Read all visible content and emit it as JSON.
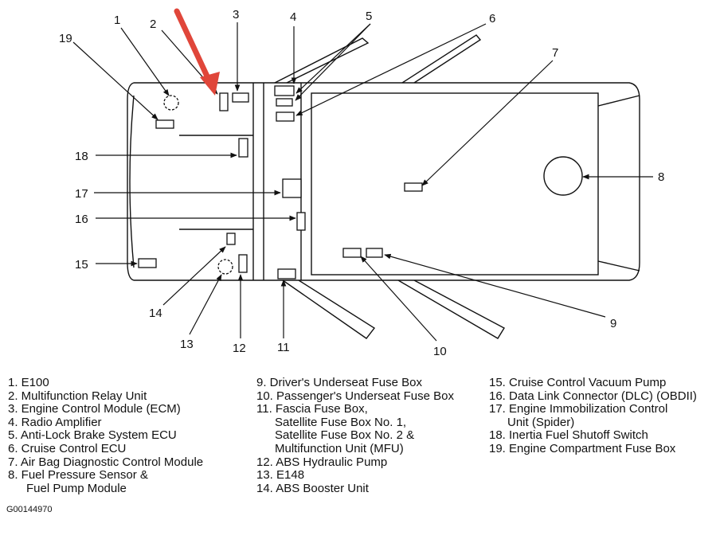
{
  "colors": {
    "line": "#111111",
    "arrow_highlight": "#e0463a"
  },
  "callouts": [
    "1",
    "2",
    "3",
    "4",
    "5",
    "6",
    "7",
    "8",
    "9",
    "10",
    "11",
    "12",
    "13",
    "14",
    "15",
    "16",
    "17",
    "18",
    "19"
  ],
  "legend": {
    "col1": [
      {
        "lines": [
          "1. E100"
        ]
      },
      {
        "lines": [
          "2. Multifunction Relay Unit"
        ]
      },
      {
        "lines": [
          "3. Engine Control Module (ECM)"
        ]
      },
      {
        "lines": [
          "4. Radio Amplifier"
        ]
      },
      {
        "lines": [
          "5. Anti-Lock Brake System ECU"
        ]
      },
      {
        "lines": [
          "6. Cruise Control ECU"
        ]
      },
      {
        "lines": [
          "7. Air Bag Diagnostic Control Module"
        ]
      },
      {
        "lines": [
          "8. Fuel Pressure Sensor &",
          "Fuel Pump Module"
        ]
      }
    ],
    "col2": [
      {
        "lines": [
          "9. Driver's Underseat Fuse Box"
        ]
      },
      {
        "lines": [
          "10. Passenger's Underseat Fuse Box"
        ]
      },
      {
        "lines": [
          "11. Fascia Fuse Box,",
          "Satellite Fuse Box No. 1,",
          "Satellite Fuse Box No. 2 &",
          "Multifunction Unit (MFU)"
        ]
      },
      {
        "lines": [
          "12. ABS Hydraulic Pump"
        ]
      },
      {
        "lines": [
          "13. E148"
        ]
      },
      {
        "lines": [
          "14. ABS Booster Unit"
        ]
      }
    ],
    "col3": [
      {
        "lines": [
          "15. Cruise Control Vacuum Pump"
        ]
      },
      {
        "lines": [
          "16. Data Link Connector (DLC) (OBDII)"
        ]
      },
      {
        "lines": [
          "17. Engine Immobilization Control",
          "Unit (Spider)"
        ]
      },
      {
        "lines": [
          "18. Inertia Fuel Shutoff Switch"
        ]
      },
      {
        "lines": [
          "19. Engine Compartment Fuse Box"
        ]
      }
    ]
  },
  "figure_id": "G00144970"
}
